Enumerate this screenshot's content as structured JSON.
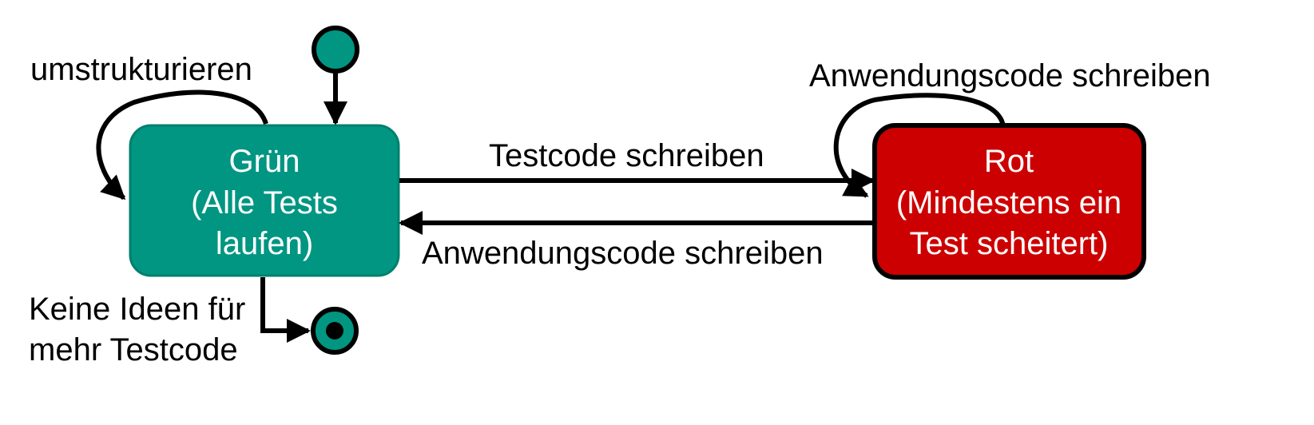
{
  "colors": {
    "green_state": "#009682",
    "red_state": "#cc0000",
    "red_border": "#000000",
    "green_border": "#00806e",
    "line": "#000000",
    "state_text": "#ffffff",
    "pseudostate": "#009682"
  },
  "states": {
    "green": {
      "line1": "Grün",
      "line2": "(Alle Tests",
      "line3": "laufen)"
    },
    "red": {
      "line1": "Rot",
      "line2": "(Mindestens ein",
      "line3": "Test scheitert)"
    }
  },
  "transitions": {
    "green_self": "umstrukturieren",
    "green_to_red": "Testcode schreiben",
    "red_to_green": "Anwendungscode schreiben",
    "red_self": "Anwendungscode schreiben",
    "green_to_final_line1": "Keine Ideen für",
    "green_to_final_line2": "mehr Testcode"
  }
}
